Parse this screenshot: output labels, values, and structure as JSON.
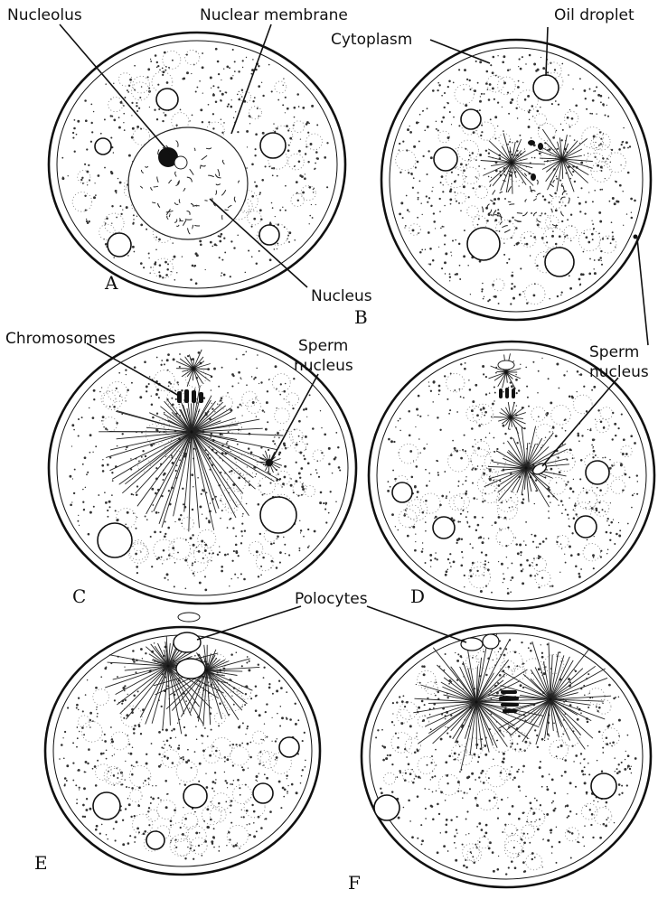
{
  "labels": {
    "nucleolus": "Nucleolus",
    "nuclear_membrane": "Nuclear membrane",
    "oil_droplet": "Oil droplet",
    "cytoplasm": "Cytoplasm",
    "nucleus": "Nucleus",
    "chromosomes": "Chromosomes",
    "sperm_nucleus_c_1": "Sperm",
    "sperm_nucleus_c_2": "nucleus",
    "sperm_nucleus_d_1": "Sperm",
    "sperm_nucleus_d_2": "nucleus",
    "polocytes": "Polocytes"
  },
  "panels": {
    "a": "A",
    "b": "B",
    "c": "C",
    "d": "D",
    "e": "E",
    "f": "F"
  }
}
